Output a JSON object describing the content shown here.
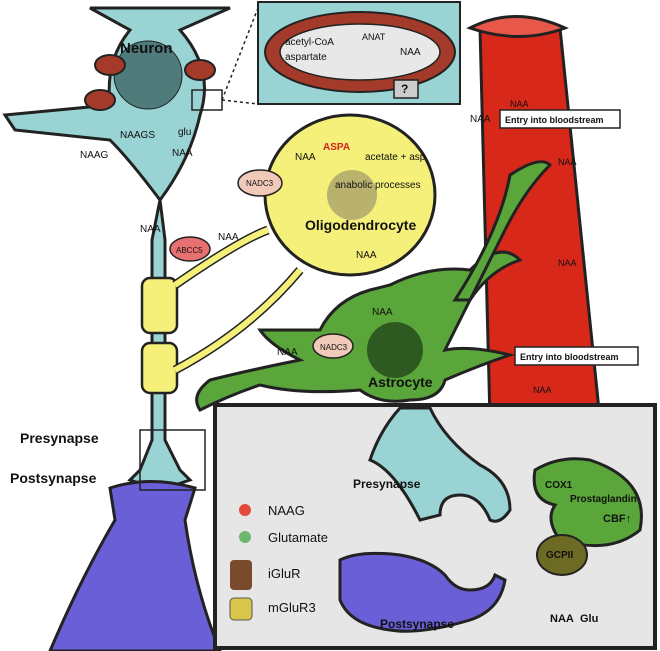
{
  "cells": {
    "neuron": "Neuron",
    "oligodendrocyte": "Oligodendrocyte",
    "astrocyte": "Astrocyte",
    "presynapse": "Presynapse",
    "postsynapse": "Postsynapse"
  },
  "mito": {
    "acetyl_coa": "acetyl-CoA",
    "aspartate": "aspartate",
    "anat": "ANAT",
    "naa": "NAA",
    "unknown": "?"
  },
  "neuron_pathway": {
    "naags": "NAAGS",
    "naag": "NAAG",
    "glu": "glu",
    "naa_top": "NAA",
    "naa_lower": "NAA",
    "abcc5": "ABCC5",
    "naa_released": "NAA"
  },
  "oligo": {
    "naa": "NAA",
    "aspa": "ASPA",
    "products": "acetate + asp",
    "anabolic": "anabolic processes",
    "nadc3": "NADC3",
    "naa_lower": "NAA"
  },
  "astro": {
    "nadc3": "NADC3",
    "naa_in": "NAA",
    "naa_body": "NAA"
  },
  "blood": {
    "entry_label": "Entry into bloodstream",
    "naa": "NAA"
  },
  "legend": {
    "naag": "NAAG",
    "glutamate": "Glutamate",
    "iglur": "iGluR",
    "mglur3": "mGluR3"
  },
  "synapse_panel": {
    "cox1": "COX1",
    "prostaglandin": "Prostaglandin",
    "cbf": "CBF↑",
    "gcpii": "GCPII",
    "naa": "NAA",
    "glu": "Glu"
  },
  "colors": {
    "neuron": "#9ad3d3",
    "myelin": "#f4f07a",
    "astrocyte": "#5aa63a",
    "vessel": "#d8281a",
    "mitochondria": "#a33a2a",
    "postsynaptic": "#6a5fd6",
    "aspa": "#d81e1e"
  }
}
